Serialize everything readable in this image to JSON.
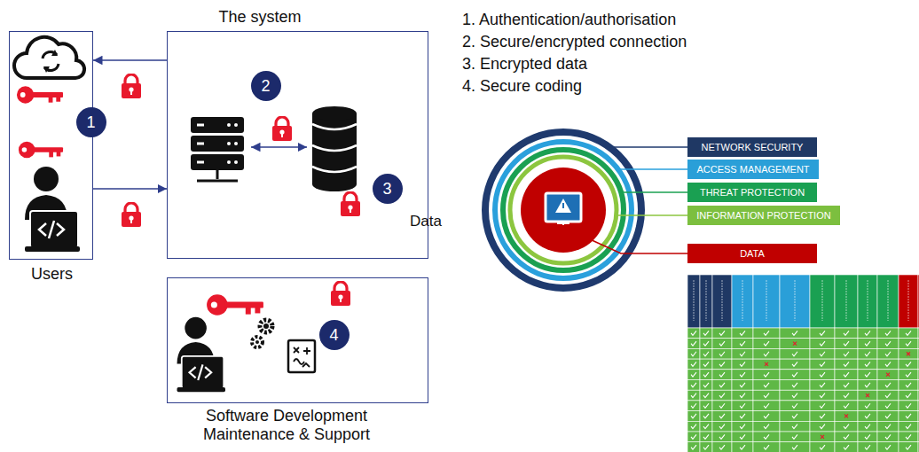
{
  "diagram": {
    "nodes": [
      {
        "text": [
          "Users"
        ]
      },
      {
        "text": [
          "The system"
        ]
      },
      {
        "text": [
          "Software Development Maintenance & Support"
        ]
      },
      {
        "text": [
          "1"
        ],
        "in": 0
      },
      {
        "text": [
          "2"
        ],
        "in": 1
      },
      {
        "text": [
          "3"
        ],
        "in": 1
      },
      {
        "text": [
          "4"
        ],
        "in": 2
      },
      {
        "text": [
          "NETWORK SECURITY"
        ]
      },
      {
        "text": [
          "ACCESS MANAGEMENT"
        ]
      },
      {
        "text": [
          "THREAT PROTECTION"
        ]
      },
      {
        "text": [
          "INFORMATION PROTECTION"
        ]
      },
      {
        "text": [
          "DATA"
        ]
      }
    ],
    "edges": [
      {
        "from": 1,
        "to": 0,
        "arrow": "to"
      },
      {
        "from": 0,
        "to": 1,
        "arrow": "to"
      }
    ],
    "labels": [
      "Data",
      "1. Authentication/authorisation",
      "2. Secure/encrypted connection",
      "3. Encrypted data",
      "4. Secure coding"
    ]
  }
}
